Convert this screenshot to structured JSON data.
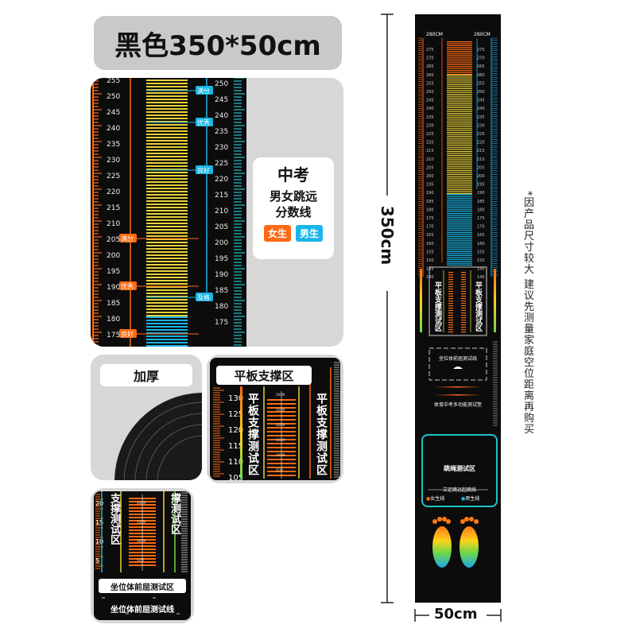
{
  "title": "黑色350*50cm",
  "info_card": {
    "heading": "中考",
    "line1": "男女跳远",
    "line2": "分数线",
    "female_tag": "女生",
    "male_tag": "男生"
  },
  "thicken_card": {
    "label": "加厚"
  },
  "plank_card": {
    "header": "平板支撑区",
    "col1": "平板支撑测试区",
    "col2": "平板支撑测试区",
    "ticks": [
      "130",
      "125",
      "120",
      "115",
      "110",
      "105"
    ],
    "minis": [
      "30CM",
      "25CM",
      "20CM",
      "15CM",
      "10CM",
      "5CM"
    ]
  },
  "sitreach_card": {
    "left_text": "支撑测试区",
    "right_text": "撑测试区",
    "bottom_title": "坐位体前屈测试区",
    "bottom_sub": "坐位体前屈测试线",
    "ticks": [
      "20",
      "15",
      "10",
      "5"
    ],
    "minis": [
      "20CM",
      "15CM",
      "10CM",
      "5CM"
    ]
  },
  "zoom_panel": {
    "left_ticks": [
      "255",
      "250",
      "245",
      "240",
      "235",
      "230",
      "225",
      "220",
      "215",
      "210",
      "205",
      "200",
      "195",
      "190",
      "185",
      "180",
      "175"
    ],
    "right_ticks": [
      "250",
      "245",
      "240",
      "235",
      "230",
      "225",
      "220",
      "215",
      "210",
      "205",
      "200",
      "195",
      "190",
      "185",
      "180",
      "175"
    ],
    "female_marks": [
      "满分",
      "优秀",
      "良好"
    ],
    "male_marks": [
      "满分",
      "优秀",
      "良好",
      "及格"
    ]
  },
  "mat": {
    "top_left": "280CM",
    "top_right": "280CM",
    "ticks": [
      "275",
      "270",
      "265",
      "260",
      "255",
      "250",
      "245",
      "240",
      "235",
      "230",
      "225",
      "220",
      "215",
      "210",
      "205",
      "200",
      "195",
      "190",
      "185",
      "180",
      "175",
      "170",
      "165",
      "160",
      "155",
      "150",
      "145",
      "140"
    ],
    "plank_col1": "平板支撑测试区",
    "plank_col2": "平板支撑测试区",
    "sit_line1": "坐位体前屈测试线",
    "sit_line2": "体育中考多功能测试垫",
    "jump_title": "跳绳测试区",
    "start_line": "立定跳远起跳线",
    "female_line": "女生线",
    "male_line": "男生线"
  },
  "dimension_height": "350cm",
  "dimension_width": "50cm",
  "side_note": "*因产品尺寸较大  建议先测量家庭空位距离再购买",
  "colors": {
    "orange": "#ff6a13",
    "cyan": "#19b5e6",
    "yellow": "#e8d23a",
    "teal": "#1fc3c9",
    "black": "#0c0c0c"
  }
}
